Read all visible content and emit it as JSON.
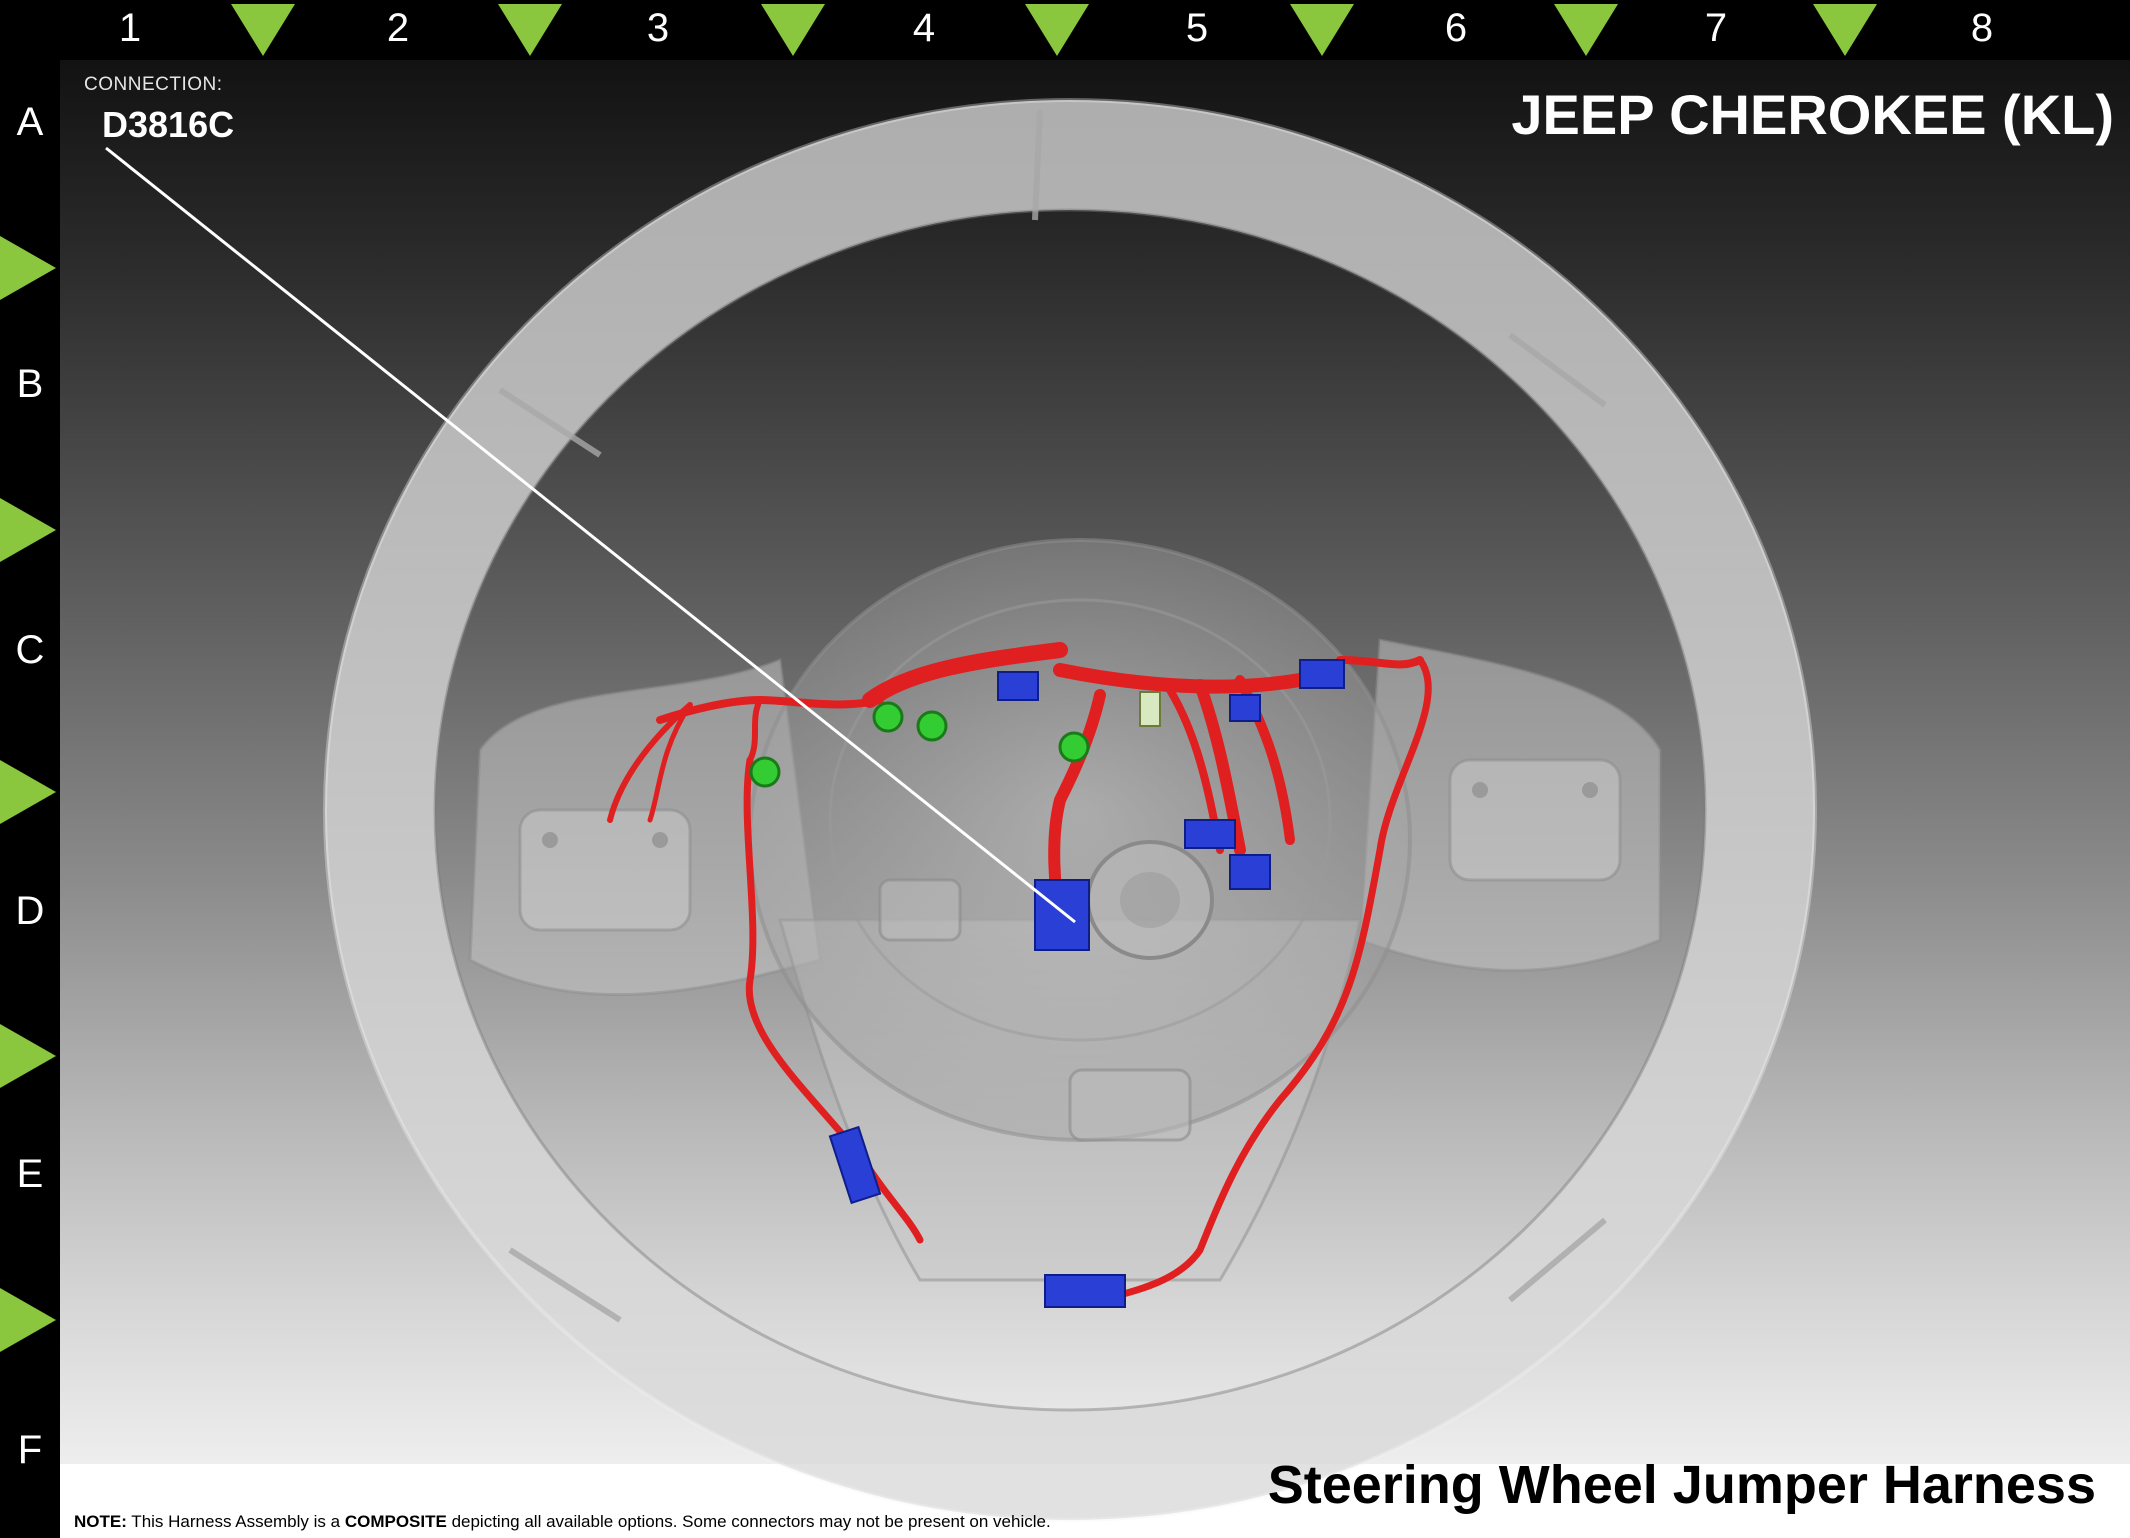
{
  "grid": {
    "columns": [
      "1",
      "2",
      "3",
      "4",
      "5",
      "6",
      "7",
      "8"
    ],
    "rows": [
      "A",
      "B",
      "C",
      "D",
      "E",
      "F"
    ]
  },
  "header": {
    "connection_caption": "CONNECTION:",
    "connection_id": "D3816C",
    "vehicle_title": "JEEP CHEROKEE (KL)"
  },
  "footer": {
    "diagram_title": "Steering Wheel Jumper Harness",
    "note_prefix": "NOTE:",
    "note_part1": " This Harness Assembly is a ",
    "note_emphasis": "COMPOSITE",
    "note_part2": " depicting all available options. Some connectors may not be present on vehicle."
  },
  "colors": {
    "ruler_background": "#000000",
    "ruler_marker": "#8bc63f",
    "harness": "#e02020",
    "connector": "#2a3fd6",
    "splice": "#33cc33",
    "wheel": "#d8d8d8"
  }
}
